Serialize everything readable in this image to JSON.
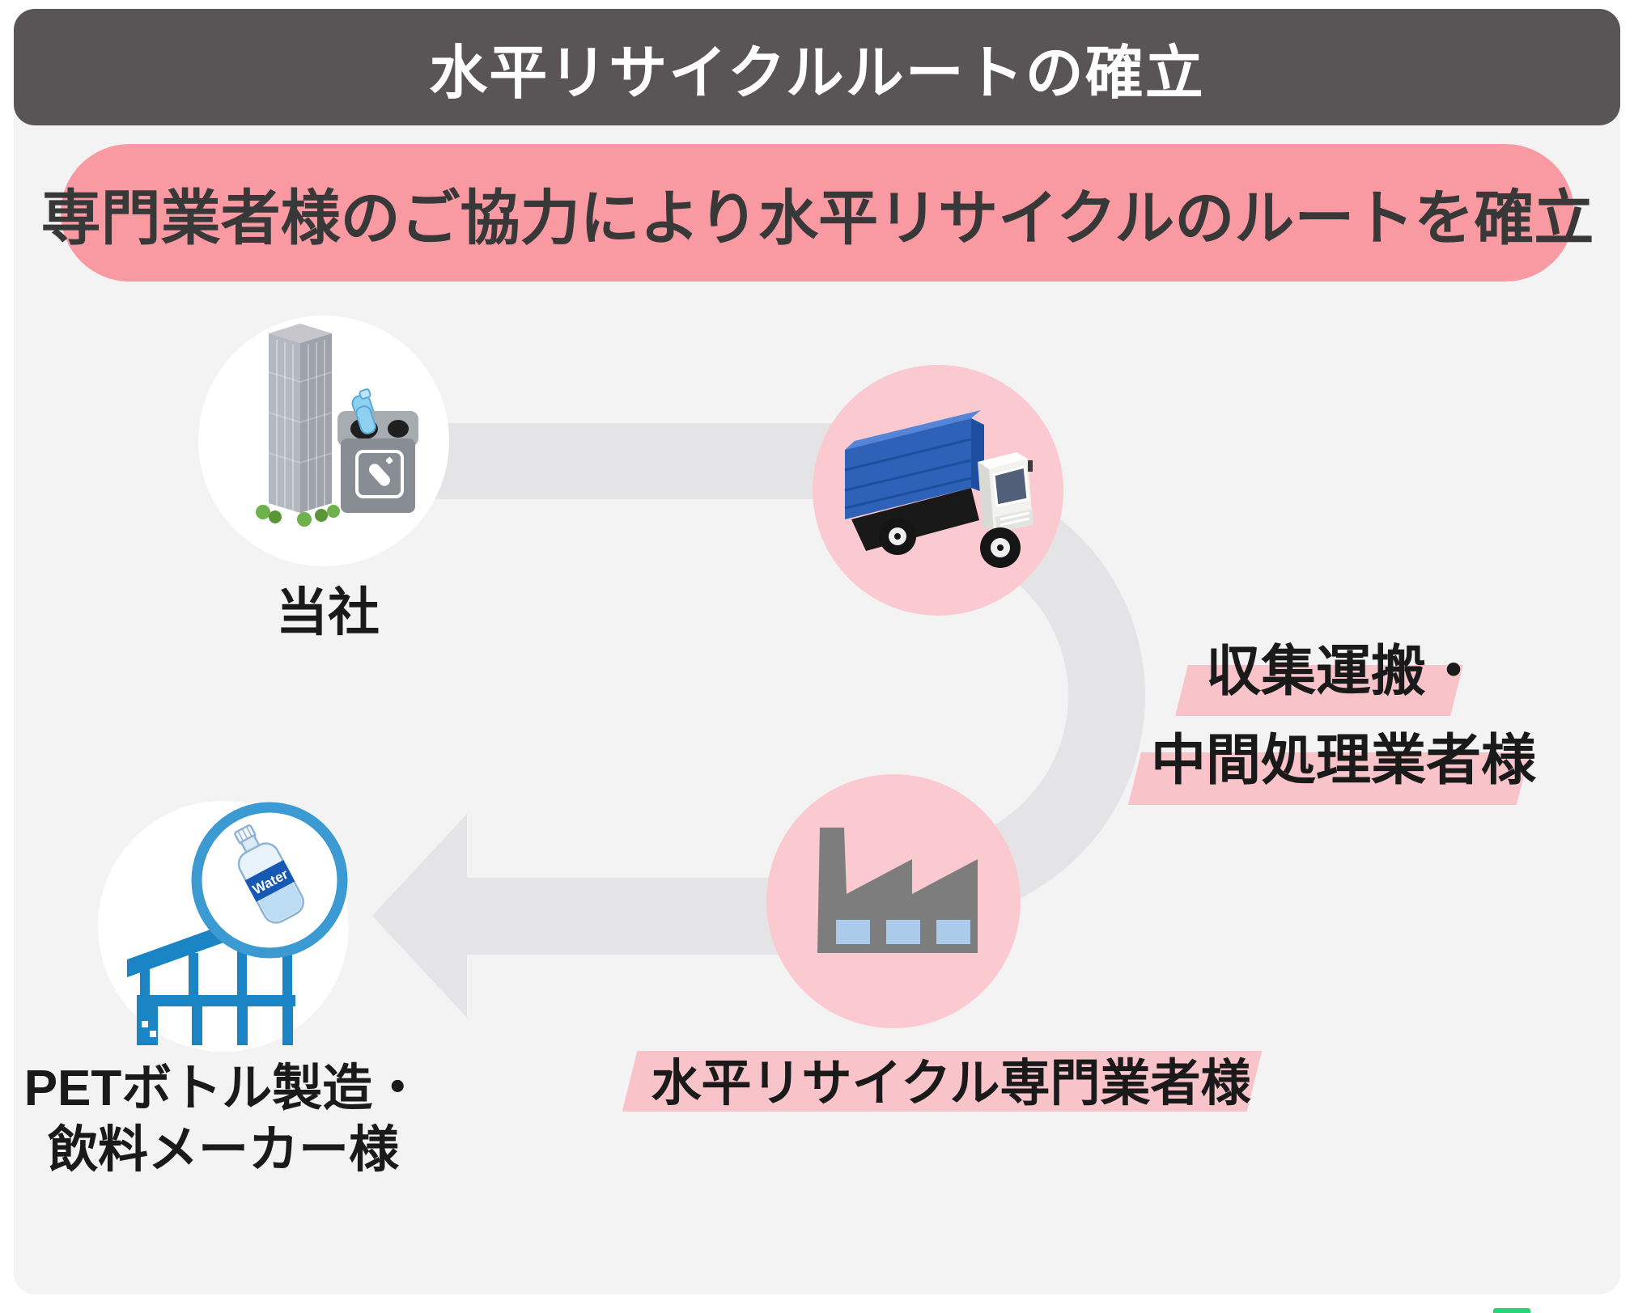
{
  "header": {
    "title": "水平リサイクルルートの確立"
  },
  "banner": {
    "text": "専門業者様のご協力により水平リサイクルのルートを確立"
  },
  "nodes": {
    "company": {
      "label": "当社"
    },
    "collector": {
      "label_line1": "収集運搬・",
      "label_line2": "中間処理業者様"
    },
    "recycler": {
      "label": "水平リサイクル専門業者様"
    },
    "manufacturer": {
      "label_line1": "PETボトル製造・",
      "label_line2": "飲料メーカー様",
      "bottle_label": "Water"
    }
  },
  "colors": {
    "header_bg": "#595557",
    "body_bg": "#f3f3f4",
    "band_gray": "#e4e4e6",
    "banner_pink": "#f99aa3",
    "circle_pink": "#fbcad0",
    "highlight_pink": "#f9c3ca",
    "truck_blue": "#2e62b8",
    "factory_gray": "#7d7d7d",
    "window_blue": "#aacbe9",
    "maker_blue": "#1b84c4",
    "bottle_label_blue": "#1659b5",
    "green_accent": "#2bd173",
    "text_dark": "#1a1a1a",
    "banner_text": "#383838",
    "title_text": "#ffffff"
  }
}
